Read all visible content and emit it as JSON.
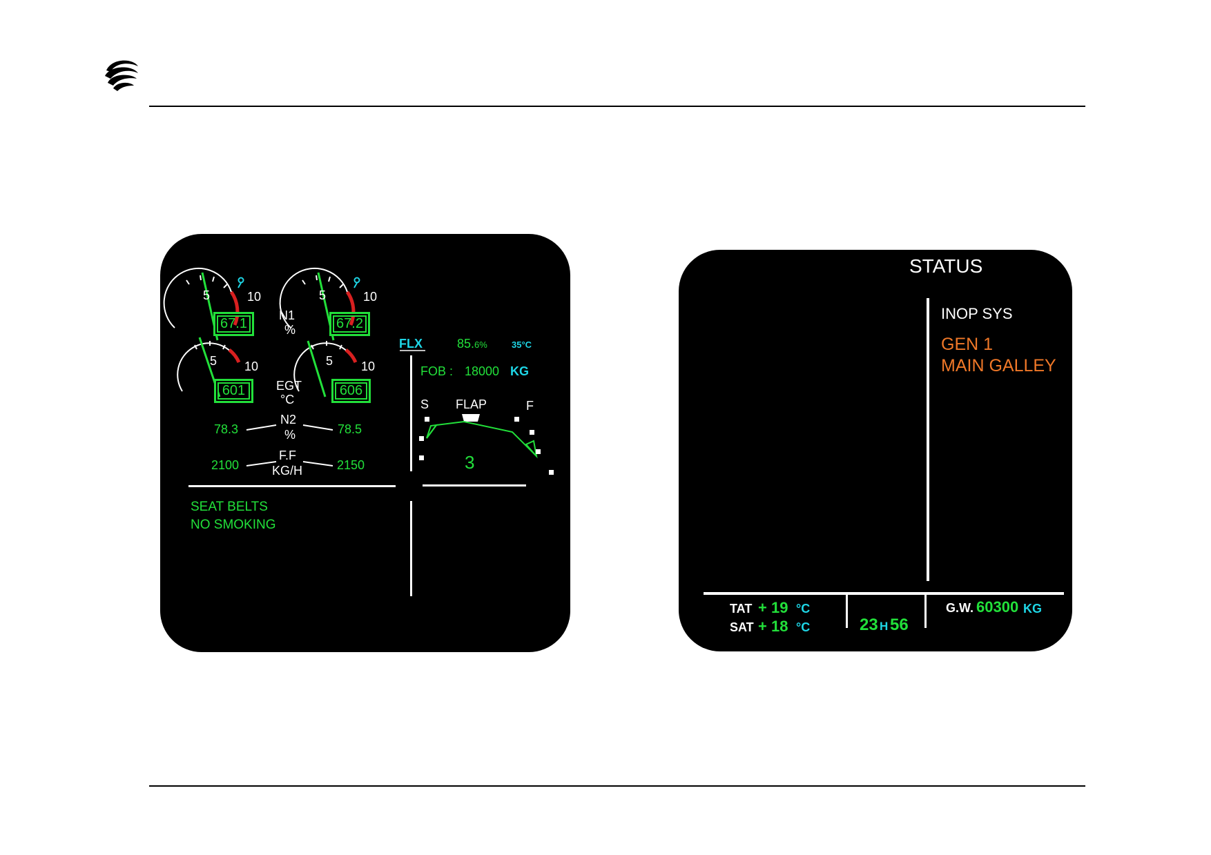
{
  "page": {
    "logo_icon": "swirl-logo-icon"
  },
  "ewd": {
    "n1": {
      "label": "N1",
      "unit": "%",
      "eng1_value": "67.1",
      "eng2_value": "67.2",
      "scale_low": "5",
      "scale_high": "10"
    },
    "egt": {
      "label": "EGT",
      "unit": "°C",
      "eng1_value": "601",
      "eng2_value": "606",
      "scale_low": "5",
      "scale_high": "10"
    },
    "n2": {
      "label": "N2",
      "unit": "%",
      "eng1_value": "78.3",
      "eng2_value": "78.5"
    },
    "ff": {
      "label": "F.F",
      "unit": "KG/H",
      "eng1_value": "2100",
      "eng2_value": "2150"
    },
    "thrust": {
      "mode": "FLX",
      "limit_int": "85.",
      "limit_dec": "6%",
      "flex_temp": "35°C"
    },
    "fob": {
      "label": "FOB :",
      "value": "18000",
      "unit": "KG"
    },
    "flaps": {
      "slat_label": "S",
      "title": "FLAP",
      "flap_label": "F",
      "config": "3"
    },
    "memo": {
      "line1": "SEAT BELTS",
      "line2": "NO SMOKING"
    }
  },
  "sd": {
    "title": "STATUS",
    "inop_title": "INOP SYS",
    "inop_items": [
      "GEN 1",
      "MAIN GALLEY"
    ],
    "tat": {
      "label": "TAT",
      "value": "+ 19",
      "unit": "°C"
    },
    "sat": {
      "label": "SAT",
      "value": "+ 18",
      "unit": "°C"
    },
    "time": {
      "hours": "23",
      "sep": "H",
      "minutes": "56"
    },
    "gw": {
      "label": "G.W.",
      "value": "60300",
      "unit": "KG"
    }
  },
  "colors": {
    "green": "#22e03a",
    "cyan": "#1ed6e6",
    "amber": "#f07828",
    "red": "#d82020",
    "white": "#ffffff"
  }
}
